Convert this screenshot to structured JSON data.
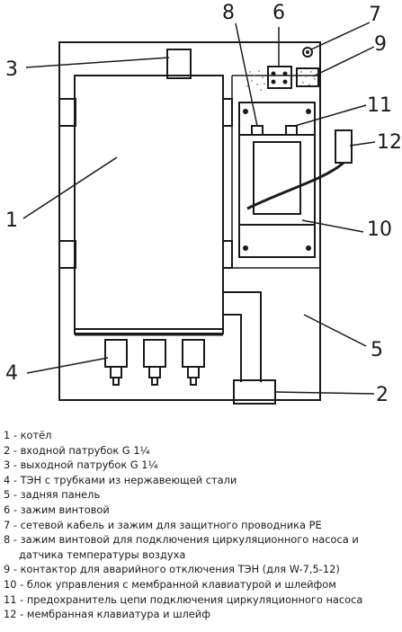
{
  "callouts": {
    "c1": "1",
    "c2": "2",
    "c3": "3",
    "c4": "4",
    "c5": "5",
    "c6": "6",
    "c7": "7",
    "c8": "8",
    "c9": "9",
    "c10": "10",
    "c11": "11",
    "c12": "12"
  },
  "legend": [
    "1 - котёл",
    "2 - входной патрубок G 1¼",
    "3 - выходной патрубок G 1¼",
    "4 - ТЭН с трубками из нержавеющей стали",
    "5 - задняя панель",
    "6 - зажим винтовой",
    "7 - сетевой кабель и зажим для защитного проводника PE",
    "8 - зажим винтовой для подключения циркуляционного насоса и",
    "датчика температуры воздуха",
    "9 - контактор для аварийного отключения ТЭН (для W-7,5-12)",
    "10 - блок управления с мембранной клавиатурой и шлейфом",
    "11 - предохранитель цепи подключения циркуляционного насоса",
    "12 - мембранная клавиатура и шлейф"
  ]
}
